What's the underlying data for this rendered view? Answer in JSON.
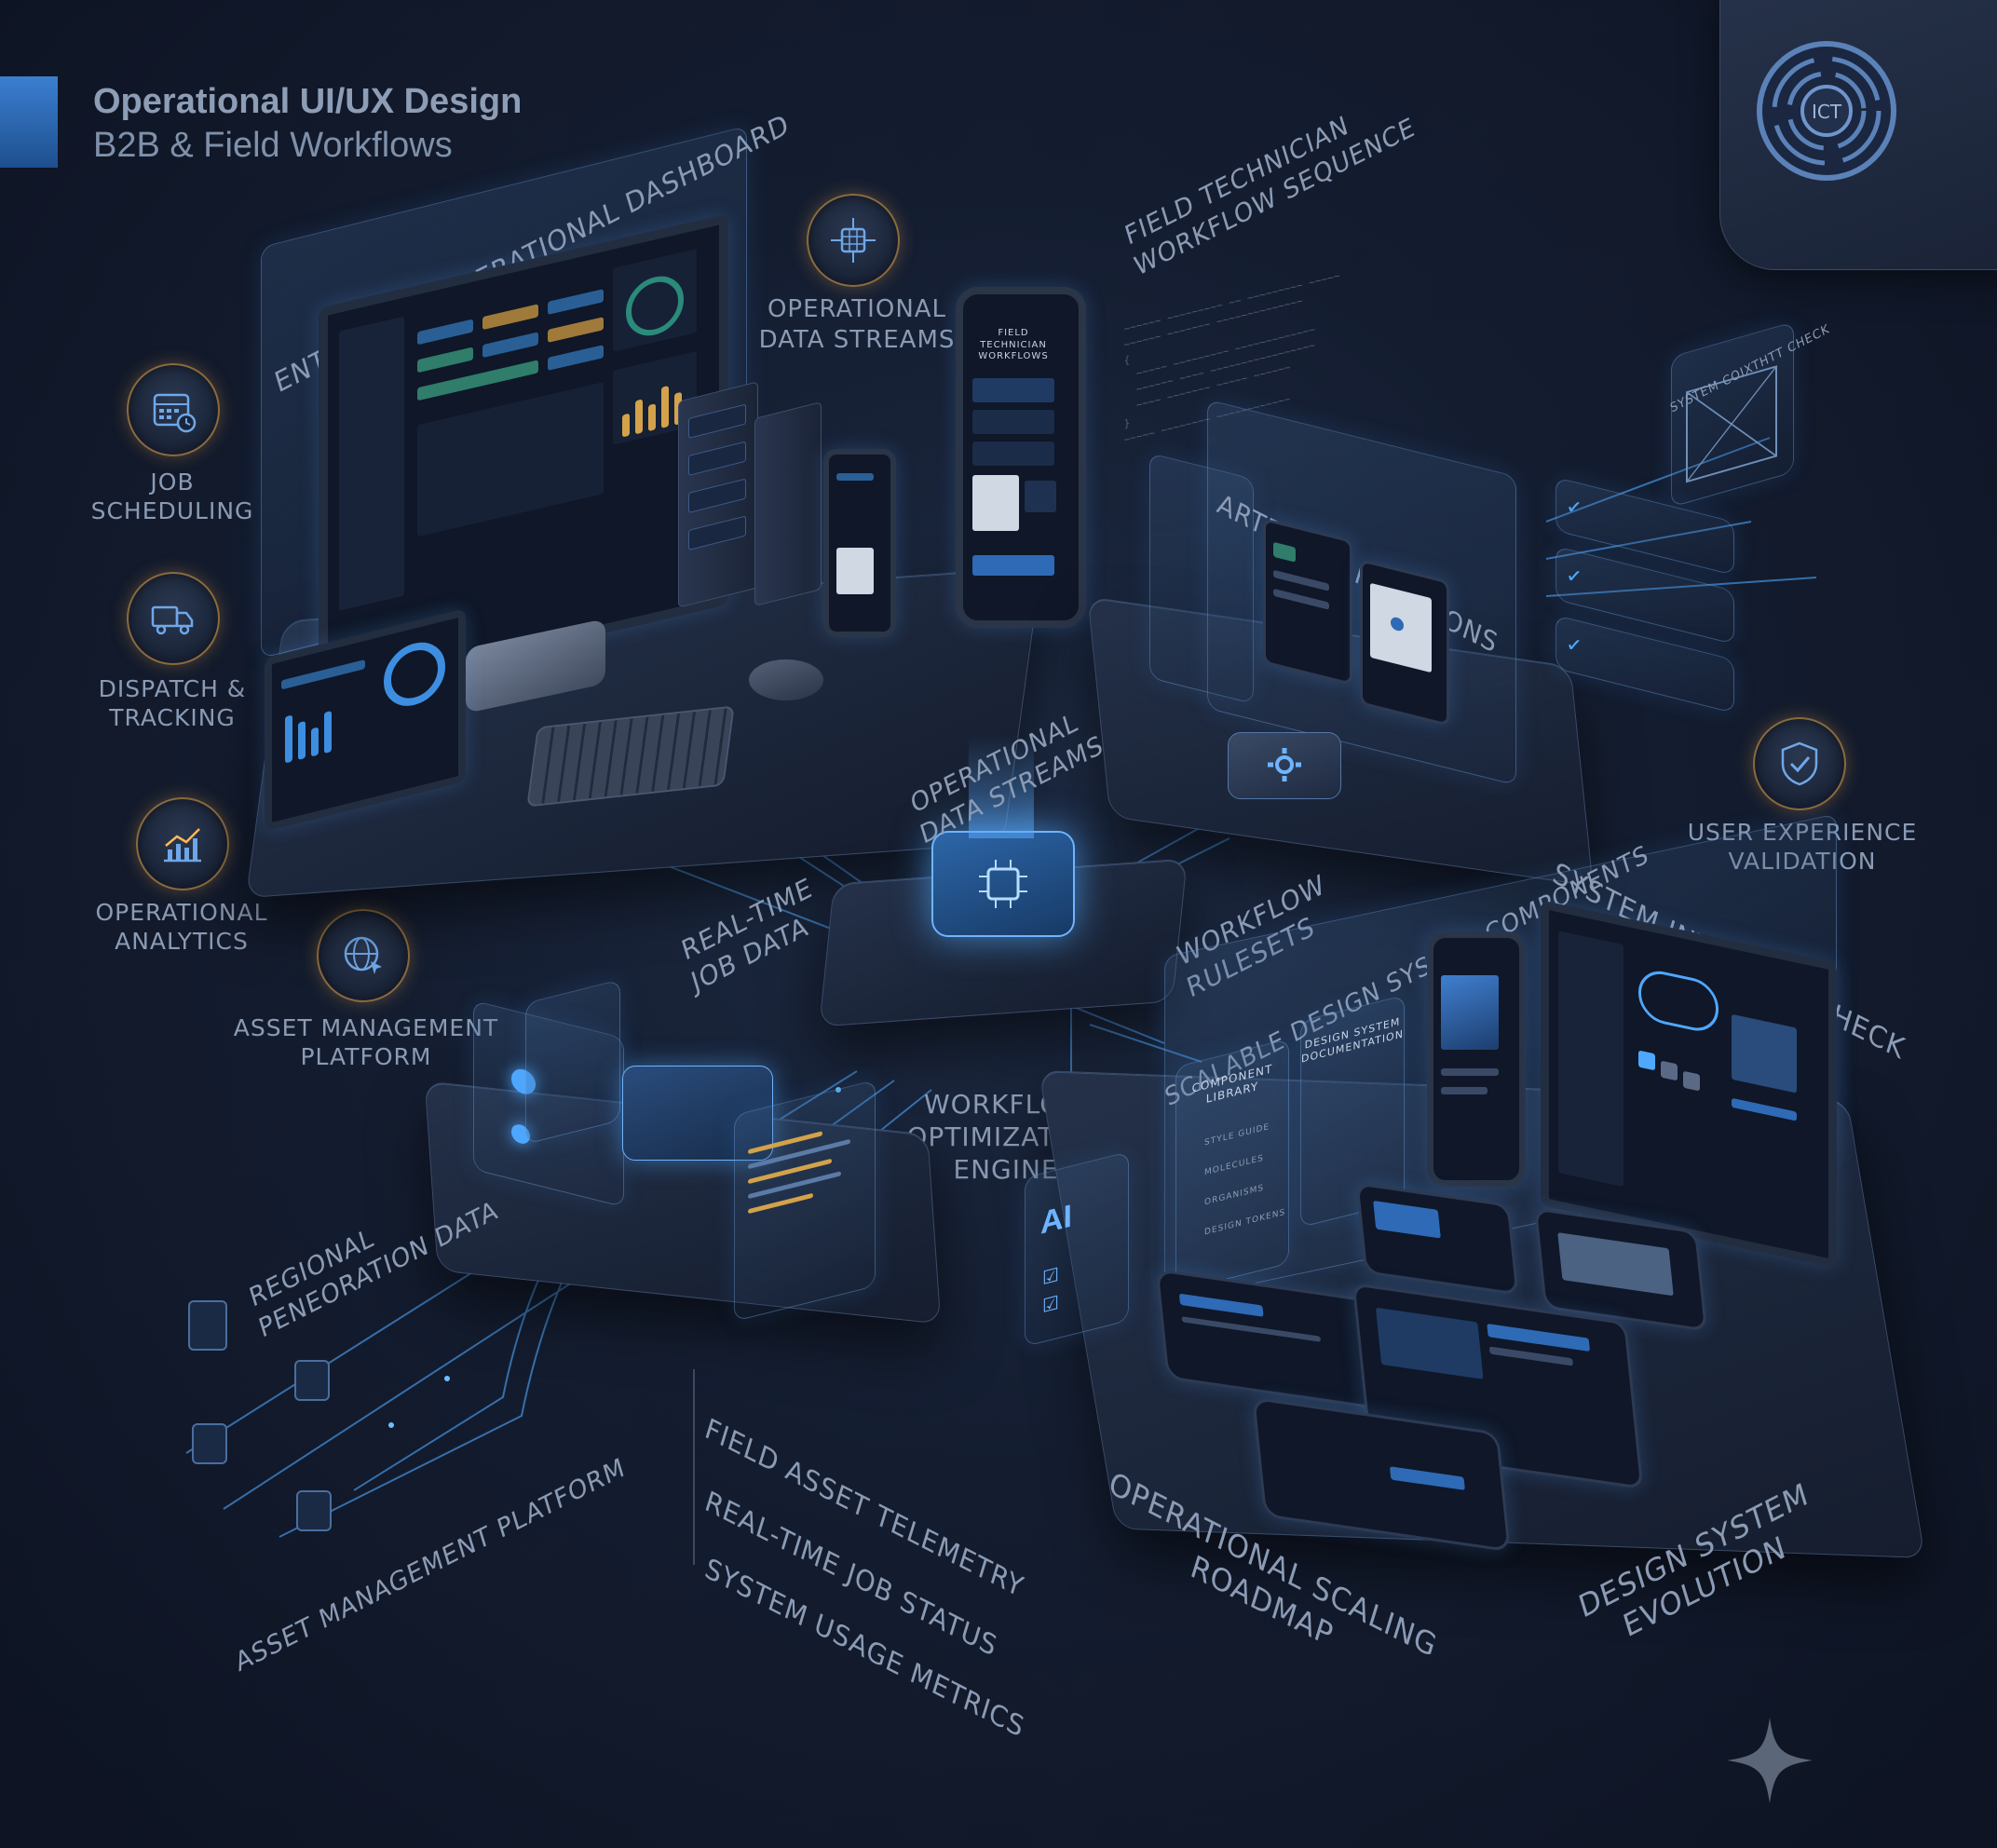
{
  "header": {
    "title": "Operational UI/UX Design",
    "subtitle": "B2B & Field Workflows"
  },
  "logo": {
    "text": "ICT"
  },
  "left_services": [
    {
      "label": "JOB\nSCHEDULING",
      "icon": "calendar-clock-icon"
    },
    {
      "label": "DISPATCH &\nTRACKING",
      "icon": "truck-icon"
    },
    {
      "label": "OPERATIONAL\nANALYTICS",
      "icon": "line-chart-icon"
    },
    {
      "label": "ASSET MANAGEMENT\nPLATFORM",
      "icon": "globe-cursor-icon"
    }
  ],
  "top_center_service": {
    "label": "OPERATIONAL\nDATA STREAMS",
    "icon": "network-grid-icon"
  },
  "right_service": {
    "label": "USER EXPERIENCE\nVALIDATION",
    "icon": "shield-check-icon"
  },
  "perspective_labels": {
    "dashboard": "ENTERPRISE OPERATIONAL DASHBOARD",
    "field_sequence": "FIELD TECHNICIAN\nWORKFLOW SEQUENCE",
    "job_milestones": "ARTEP JOB MILESTONS",
    "system_check_panel": "SYSTEM COIXTHTT CHECK",
    "hub_streams": "OPERATIONAL\nDATA STREAMS",
    "realtime": "REAL-TIME\nJOB DATA",
    "rulesets": "WORKFLOW\nRULESETS",
    "engine": "WORKFLOW\nOPTIMIZATION\nENGINE",
    "design_components": "SCALABLE DESIGN SYSTEM COMPONENTS",
    "integrity": "SYSTEM INTEGRITY CHECK",
    "regional": "REGIONAL\nPENEORATION DATA",
    "asset_platform_bottom": "ASSET MANAGEMENT PLATFORM",
    "telemetry": "FIELD ASSET TELEMETRY",
    "job_status": "REAL-TIME JOB STATUS",
    "usage_metrics": "SYSTEM USAGE METRICS",
    "scaling_roadmap": "OPERATIONAL SCALING\nROADMAP",
    "ds_evolution": "DESIGN SYSTEM\nEVOLUTION"
  },
  "phone_screen": {
    "title": "FIELD TECHNICIAN\nWORKFLOWS"
  },
  "component_panel": {
    "title": "COMPONENT\nLIBRARY",
    "items": [
      "STYLE GUIDE",
      "MOLECULES",
      "ORGANISMS",
      "DESIGN TOKENS"
    ]
  },
  "doc_panel": {
    "title": "DESIGN SYSTEM\nDOCUMENTATION"
  },
  "ai_card": {
    "text": "AI"
  },
  "colors": {
    "accent": "#4fa8ff",
    "gold": "#c89a55",
    "label": "#8b9bb4",
    "bg": "#141d30"
  }
}
